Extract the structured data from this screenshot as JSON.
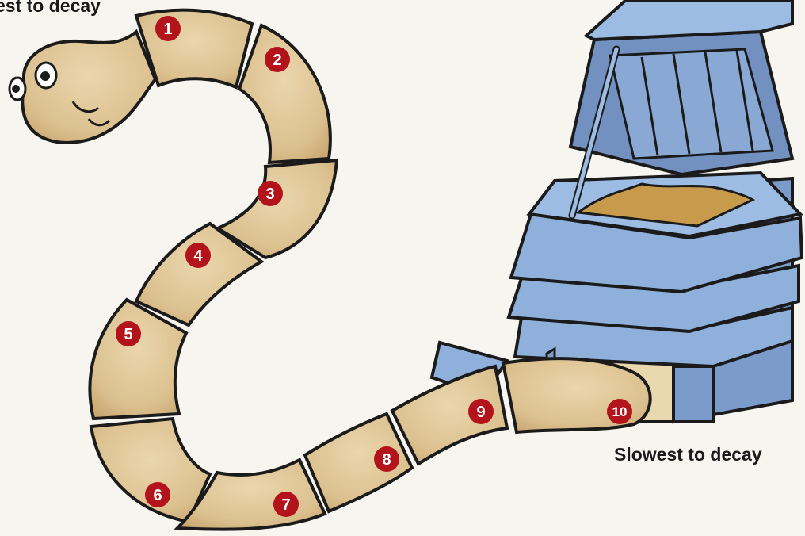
{
  "labels": {
    "fastest": "est to decay",
    "slowest": "Slowest to decay"
  },
  "segments": [
    {
      "number": "1"
    },
    {
      "number": "2"
    },
    {
      "number": "3"
    },
    {
      "number": "4"
    },
    {
      "number": "5"
    },
    {
      "number": "6"
    },
    {
      "number": "7"
    },
    {
      "number": "8"
    },
    {
      "number": "9"
    },
    {
      "number": "10"
    }
  ],
  "icons": {
    "worm": "worm-icon",
    "compost_bin": "compost-bin-icon"
  },
  "colors": {
    "worm_body": "#dcc190",
    "worm_outline": "#1b1b1b",
    "badge": "#b3131b",
    "bin_blue": "#8fb0da",
    "bin_blue_dark": "#6f8fbf",
    "compost": "#c89a4c",
    "background": "#f7f5f0"
  }
}
